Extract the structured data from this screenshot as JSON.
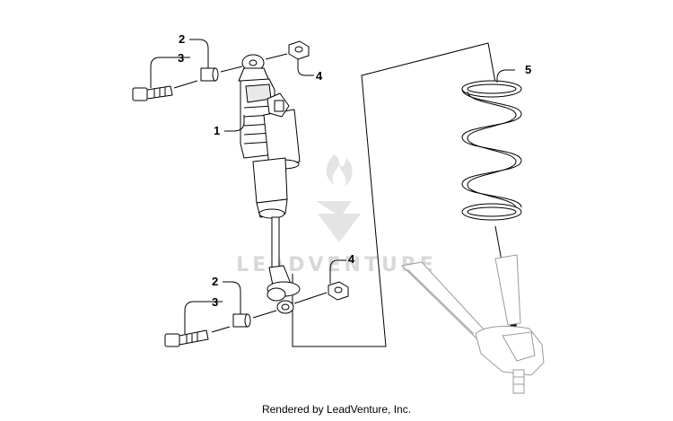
{
  "watermark": {
    "brand_text": "LEADVENTURE",
    "colors": {
      "mark": "#e2e2e2"
    }
  },
  "callouts": {
    "c1": "1",
    "c2_top": "2",
    "c3_top": "3",
    "c4_top": "4",
    "c5": "5",
    "c2_bottom": "2",
    "c3_bottom": "3",
    "c4_bottom": "4"
  },
  "footer": {
    "text": "Rendered by LeadVenture, Inc."
  },
  "colors": {
    "line": "#000000",
    "background": "#ffffff",
    "shade": "#e9e9e9"
  }
}
